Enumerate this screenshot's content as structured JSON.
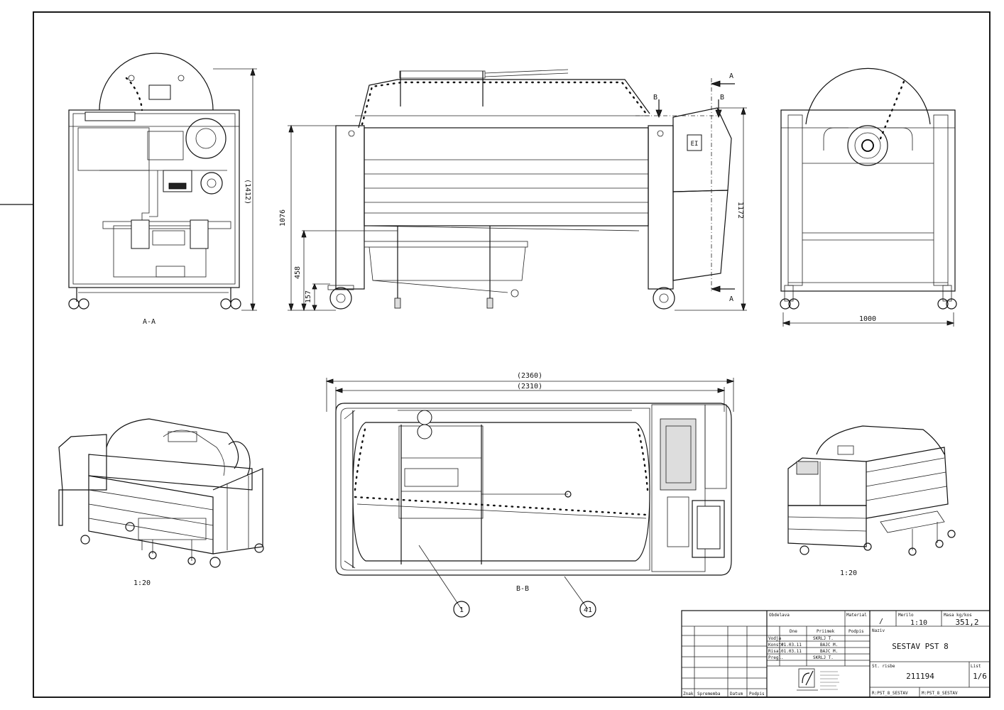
{
  "views": {
    "section_aa": "A-A",
    "section_bb": "B-B",
    "iso_left_scale": "1:20",
    "iso_right_scale": "1:20"
  },
  "dimensions": {
    "left_height": "(1412)",
    "front_overall_height": "1076",
    "front_458": "458",
    "front_157": "157",
    "front_right_height": "1172",
    "side_width": "1000",
    "top_overall": "(2360)",
    "top_inner": "(2310)"
  },
  "section_marks": {
    "a_top": "A",
    "a_bottom": "A",
    "b_left": "B",
    "b_right": "B"
  },
  "balloons": {
    "b1": "1",
    "b41": "41"
  },
  "title_block": {
    "obdelava_label": "Obdelava",
    "material_label": "Material",
    "material_value": "/",
    "merilo_label": "Merilo",
    "merilo_value": "1:10",
    "masa_label": "Masa kg/kos",
    "masa_value": "351,2",
    "dne_label": "Dne",
    "priimek_label": "Priimek",
    "podpis_label": "Podpis",
    "naziv_label": "Naziv",
    "naziv_value": "SESTAV PST 8",
    "rows": [
      {
        "role": "Vodja",
        "date": "",
        "name": "SKRLJ T."
      },
      {
        "role": "Konstr.",
        "date": "01.03.11",
        "name": "BAJC M."
      },
      {
        "role": "Risal",
        "date": "01.03.11",
        "name": "BAJC M."
      },
      {
        "role": "Pregl.",
        "date": "",
        "name": "SKRLJ T."
      }
    ],
    "st_risbe_label": "St. risbe",
    "st_risbe_value": "211194",
    "list_label": "List",
    "list_value": "1/6",
    "file_a": "R:PST_8_SESTAV",
    "file_b": "M:PST_8_SESTAV",
    "zn_label": "Znak",
    "sprememba_label": "Sprememba",
    "datum_label": "Datum",
    "podpis2_label": "Podpis"
  }
}
